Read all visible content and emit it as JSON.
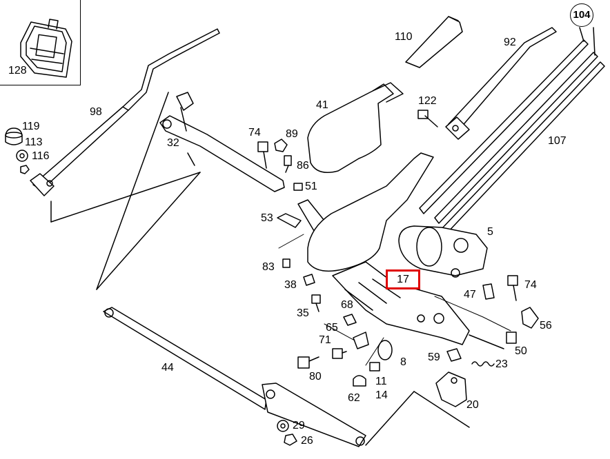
{
  "labels": {
    "p128": "128",
    "p110": "110",
    "p104": "104",
    "p92": "92",
    "p98": "98",
    "p41": "41",
    "p122": "122",
    "p119": "119",
    "p113": "113",
    "p116": "116",
    "p32": "32",
    "p74a": "74",
    "p89": "89",
    "p86": "86",
    "p51": "51",
    "p107": "107",
    "p53": "53",
    "p5": "5",
    "p83": "83",
    "p17": "17",
    "p38": "38",
    "p74b": "74",
    "p47": "47",
    "p35": "35",
    "p68": "68",
    "p56": "56",
    "p65": "65",
    "p71": "71",
    "p50": "50",
    "p59": "59",
    "p8": "8",
    "p23": "23",
    "p44": "44",
    "p80": "80",
    "p11": "11",
    "p14": "14",
    "p62": "62",
    "p20": "20",
    "p29": "29",
    "p26": "26"
  },
  "highlight_color": "#e00000",
  "line_color": "#000000"
}
